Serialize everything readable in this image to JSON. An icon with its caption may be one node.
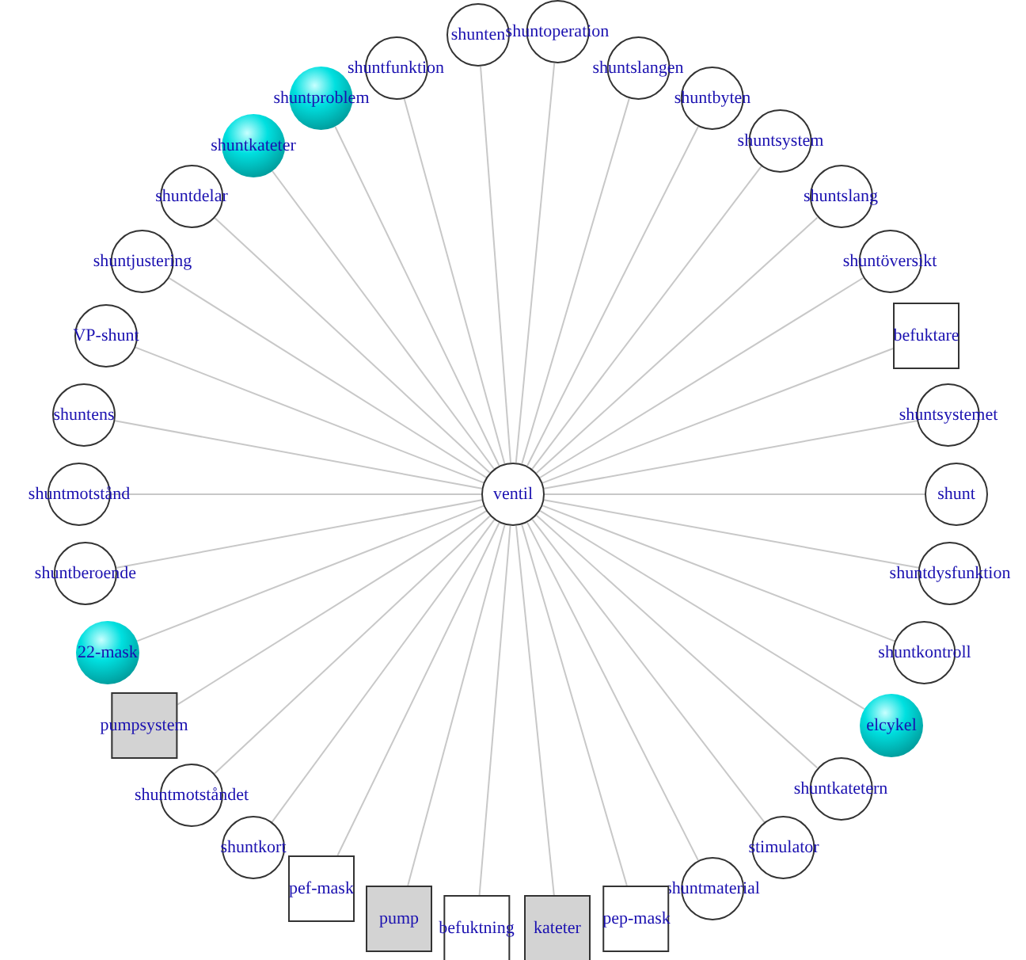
{
  "diagram": {
    "nodes": [
      {
        "text": [
          "ventil"
        ]
      },
      {
        "text": [
          "shunten"
        ]
      },
      {
        "text": [
          "shuntoperation"
        ]
      },
      {
        "text": [
          "shuntslangen"
        ]
      },
      {
        "text": [
          "shuntbyten"
        ]
      },
      {
        "text": [
          "shuntsystem"
        ]
      },
      {
        "text": [
          "shuntslang"
        ]
      },
      {
        "text": [
          "shuntöversikt"
        ]
      },
      {
        "text": [
          "befuktare"
        ]
      },
      {
        "text": [
          "shuntsystemet"
        ]
      },
      {
        "text": [
          "shunt"
        ]
      },
      {
        "text": [
          "shuntdysfunktion"
        ]
      },
      {
        "text": [
          "shuntkontroll"
        ]
      },
      {
        "text": [
          "elcykel"
        ]
      },
      {
        "text": [
          "shuntkatetern"
        ]
      },
      {
        "text": [
          "stimulator"
        ]
      },
      {
        "text": [
          "shuntmaterial"
        ]
      },
      {
        "text": [
          "pep-mask"
        ]
      },
      {
        "text": [
          "kateter"
        ]
      },
      {
        "text": [
          "befuktning"
        ]
      },
      {
        "text": [
          "pump"
        ]
      },
      {
        "text": [
          "pef-mask"
        ]
      },
      {
        "text": [
          "shuntkort"
        ]
      },
      {
        "text": [
          "shuntmotståndet"
        ]
      },
      {
        "text": [
          "pumpsystem"
        ]
      },
      {
        "text": [
          "22-mask"
        ]
      },
      {
        "text": [
          "shuntberoende"
        ]
      },
      {
        "text": [
          "shuntmotstånd"
        ]
      },
      {
        "text": [
          "shuntens"
        ]
      },
      {
        "text": [
          "VP-shunt"
        ]
      },
      {
        "text": [
          "shuntjustering"
        ]
      },
      {
        "text": [
          "shuntdelar"
        ]
      },
      {
        "text": [
          "shuntkateter"
        ]
      },
      {
        "text": [
          "shuntproblem"
        ]
      },
      {
        "text": [
          "shuntfunktion"
        ]
      }
    ],
    "edges": [
      {
        "from": 0,
        "to": 1,
        "arrow": "none"
      },
      {
        "from": 0,
        "to": 2,
        "arrow": "none"
      },
      {
        "from": 0,
        "to": 3,
        "arrow": "none"
      },
      {
        "from": 0,
        "to": 4,
        "arrow": "none"
      },
      {
        "from": 0,
        "to": 5,
        "arrow": "none"
      },
      {
        "from": 0,
        "to": 6,
        "arrow": "none"
      },
      {
        "from": 0,
        "to": 7,
        "arrow": "none"
      },
      {
        "from": 0,
        "to": 8,
        "arrow": "none"
      },
      {
        "from": 0,
        "to": 9,
        "arrow": "none"
      },
      {
        "from": 0,
        "to": 10,
        "arrow": "none"
      },
      {
        "from": 0,
        "to": 11,
        "arrow": "none"
      },
      {
        "from": 0,
        "to": 12,
        "arrow": "none"
      },
      {
        "from": 0,
        "to": 13,
        "arrow": "none"
      },
      {
        "from": 0,
        "to": 14,
        "arrow": "none"
      },
      {
        "from": 0,
        "to": 15,
        "arrow": "none"
      },
      {
        "from": 0,
        "to": 16,
        "arrow": "none"
      },
      {
        "from": 0,
        "to": 17,
        "arrow": "none"
      },
      {
        "from": 0,
        "to": 18,
        "arrow": "none"
      },
      {
        "from": 0,
        "to": 19,
        "arrow": "none"
      },
      {
        "from": 0,
        "to": 20,
        "arrow": "none"
      },
      {
        "from": 0,
        "to": 21,
        "arrow": "none"
      },
      {
        "from": 0,
        "to": 22,
        "arrow": "none"
      },
      {
        "from": 0,
        "to": 23,
        "arrow": "none"
      },
      {
        "from": 0,
        "to": 24,
        "arrow": "none"
      },
      {
        "from": 0,
        "to": 25,
        "arrow": "none"
      },
      {
        "from": 0,
        "to": 26,
        "arrow": "none"
      },
      {
        "from": 0,
        "to": 27,
        "arrow": "none"
      },
      {
        "from": 0,
        "to": 28,
        "arrow": "none"
      },
      {
        "from": 0,
        "to": 29,
        "arrow": "none"
      },
      {
        "from": 0,
        "to": 30,
        "arrow": "none"
      },
      {
        "from": 0,
        "to": 31,
        "arrow": "none"
      },
      {
        "from": 0,
        "to": 32,
        "arrow": "none"
      },
      {
        "from": 0,
        "to": 33,
        "arrow": "none"
      },
      {
        "from": 0,
        "to": 34,
        "arrow": "none"
      }
    ]
  }
}
